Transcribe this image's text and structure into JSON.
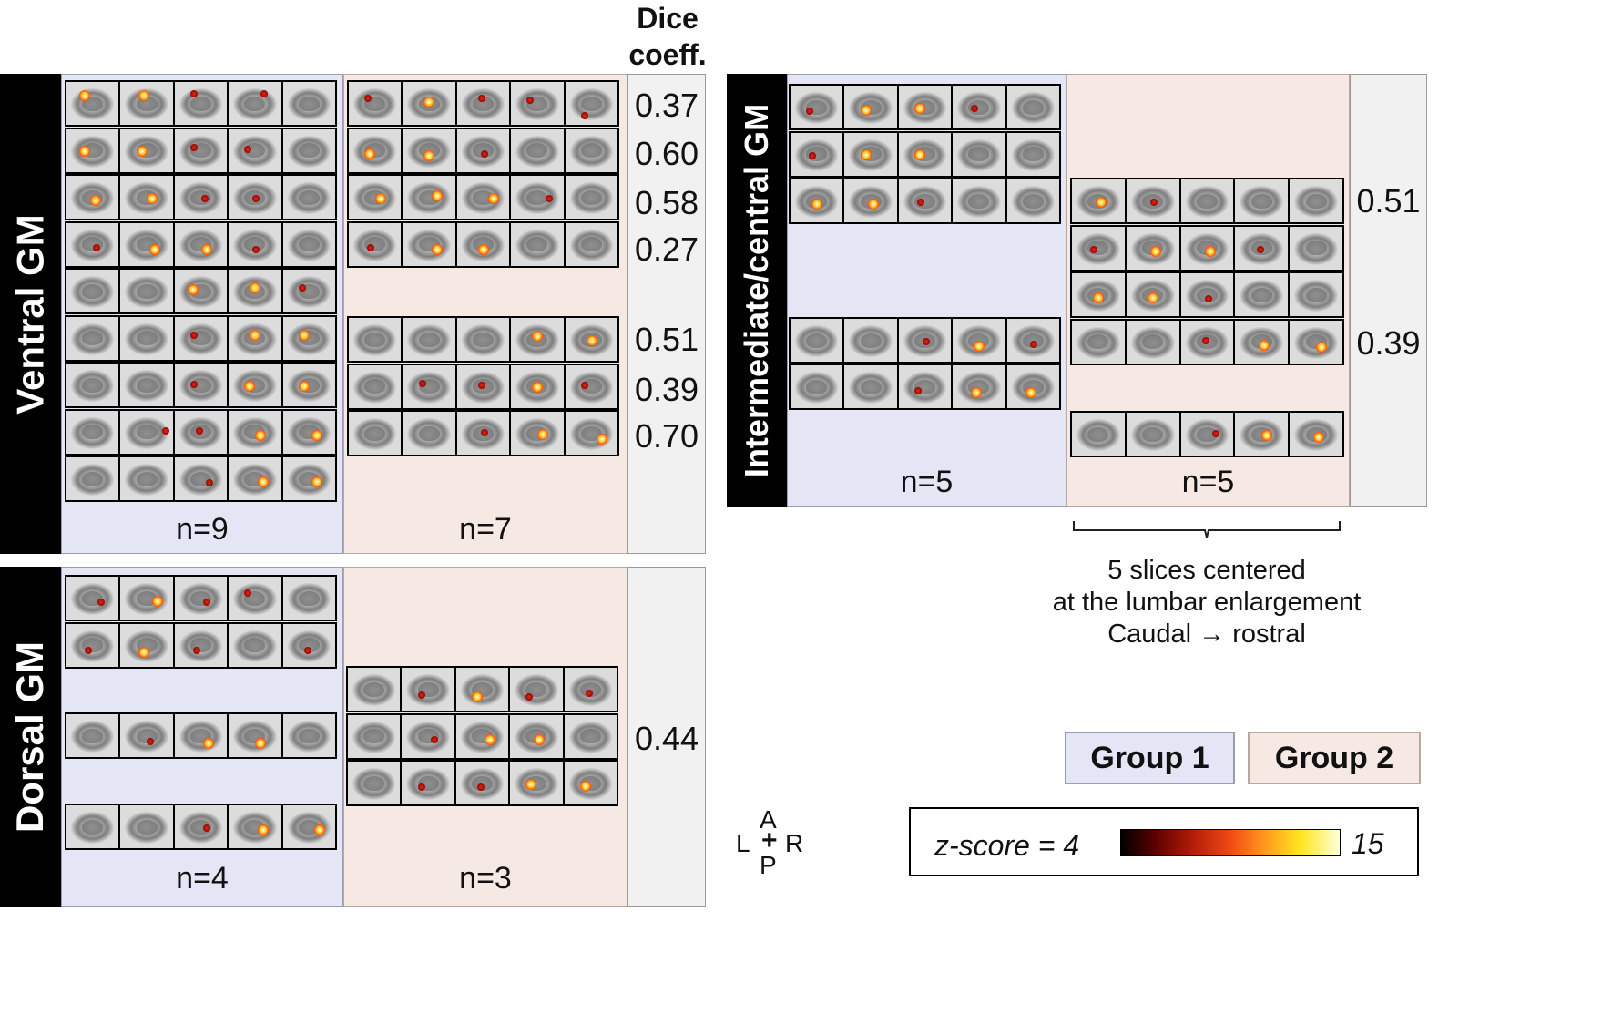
{
  "header": {
    "dice_line1": "Dice",
    "dice_line2": "coeff."
  },
  "panels": {
    "ventral": {
      "label": "Ventral GM",
      "n_group1": "n=9",
      "n_group2": "n=7",
      "dice": [
        "0.37",
        "0.60",
        "0.58",
        "0.27",
        "0.51",
        "0.39",
        "0.70"
      ]
    },
    "dorsal": {
      "label": "Dorsal GM",
      "n_group1": "n=4",
      "n_group2": "n=3",
      "dice": [
        "0.44"
      ]
    },
    "intermediate": {
      "label": "Intermediate/central GM",
      "n_group1": "n=5",
      "n_group2": "n=5",
      "dice": [
        "0.51",
        "0.39"
      ]
    }
  },
  "caption": {
    "line1": "5 slices centered",
    "line2": "at the lumbar enlargement",
    "line3": "Caudal → rostral"
  },
  "legend": {
    "group1": "Group 1",
    "group2": "Group 2",
    "group1_color": "#e4e6f6",
    "group2_color": "#f6e8e2",
    "zscore_label": "z-score = 4",
    "zscore_max": "15"
  },
  "orientation": {
    "anterior": "A",
    "posterior": "P",
    "left": "L",
    "right": "R",
    "center": "+"
  }
}
